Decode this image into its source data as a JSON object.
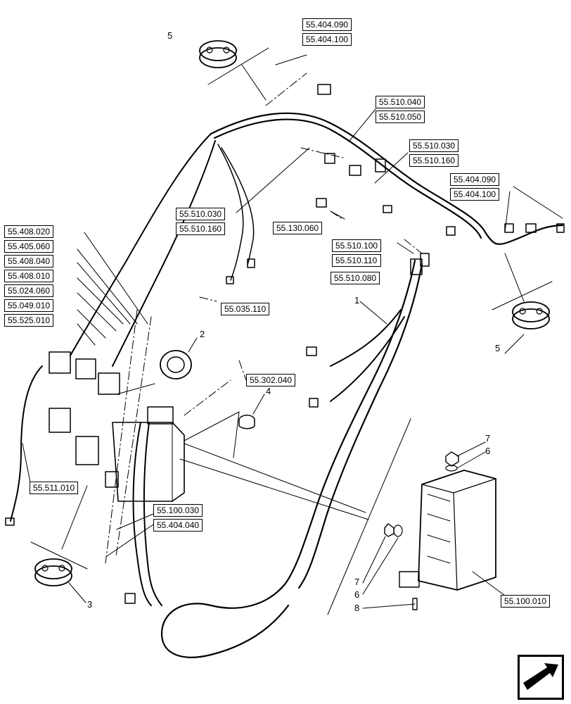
{
  "refs": {
    "r_404_090_top": "55.404.090",
    "r_404_100_top": "55.404.100",
    "r_510_040": "55.510.040",
    "r_510_050": "55.510.050",
    "r_510_030_b": "55.510.030",
    "r_510_160_b": "55.510.160",
    "r_404_090_right": "55.404.090",
    "r_404_100_right": "55.404.100",
    "r_510_030_a": "55.510.030",
    "r_510_160_a": "55.510.160",
    "r_130_060": "55.130.060",
    "r_510_100": "55.510.100",
    "r_510_110": "55.510.110",
    "r_510_080": "55.510.080",
    "r_408_020": "55.408.020",
    "r_405_060": "55.405.060",
    "r_408_040": "55.408.040",
    "r_408_010": "55.408.010",
    "r_024_060": "55.024.060",
    "r_049_010": "55.049.010",
    "r_525_010": "55.525.010",
    "r_035_110": "55.035.110",
    "r_302_040": "55.302.040",
    "r_511_010": "55.511.010",
    "r_100_030": "55.100.030",
    "r_404_040": "55.404.040",
    "r_100_010": "55.100.010"
  },
  "callouts": {
    "c5_top": "5",
    "c5_right": "5",
    "c1": "1",
    "c2": "2",
    "c4": "4",
    "c3": "3",
    "c7_top": "7",
    "c6_top": "6",
    "c7_bottom": "7",
    "c6_bottom": "6",
    "c8": "8"
  },
  "nav": {
    "icon": "next-page-arrow-icon"
  }
}
